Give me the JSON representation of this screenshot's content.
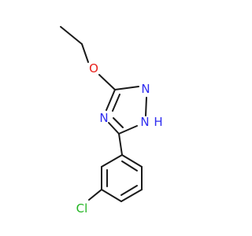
{
  "molecule": {
    "atoms": {
      "oxygen": "O",
      "nitrogen_a": "N",
      "nitrogen_b": "N",
      "nitrogen_h": "N",
      "hydrogen": "H",
      "chlorine": "Cl"
    },
    "colors": {
      "bond": "#1a1a1a",
      "oxygen": "#e8201b",
      "nitrogen": "#2f2df0",
      "chlorine": "#22b522",
      "background": "#ffffff"
    }
  }
}
